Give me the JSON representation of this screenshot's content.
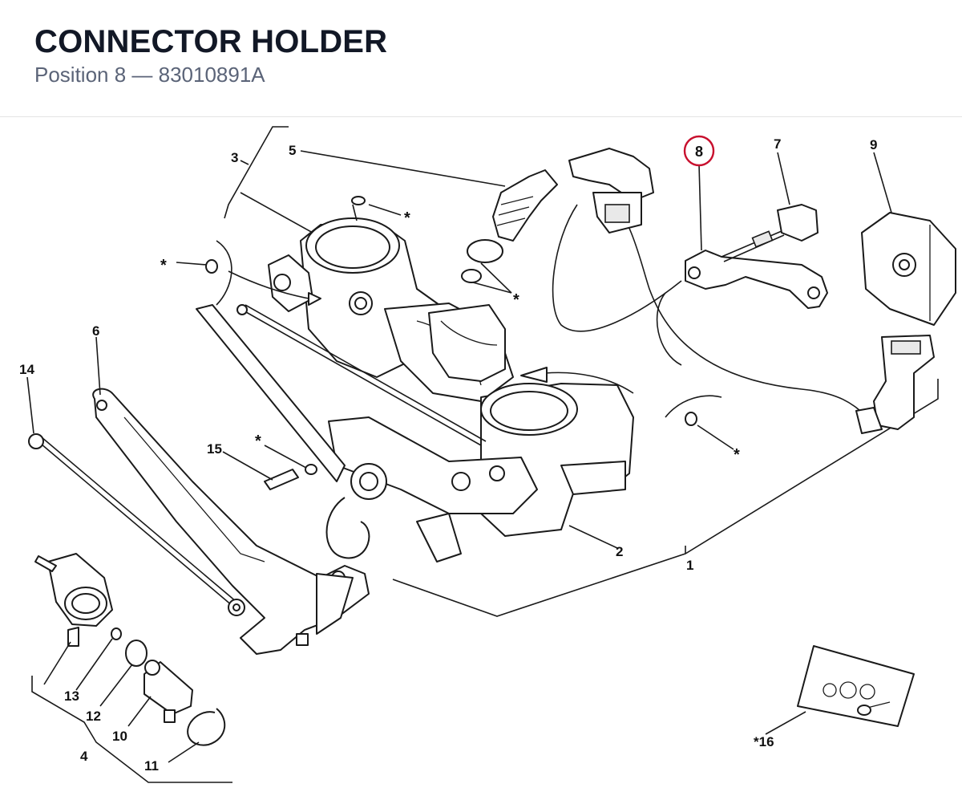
{
  "header": {
    "title": "CONNECTOR HOLDER",
    "subtitle": "Position 8 — 83010891A"
  },
  "highlight_color": "#c8102e",
  "callouts": {
    "c1": "1",
    "c2": "2",
    "c3": "3",
    "c4": "4",
    "c5": "5",
    "c6": "6",
    "c7": "7",
    "c8": "8",
    "c9": "9",
    "c10": "10",
    "c11": "11",
    "c12": "12",
    "c13": "13",
    "c14": "14",
    "c15": "15",
    "c16": "*16",
    "star": "*"
  }
}
